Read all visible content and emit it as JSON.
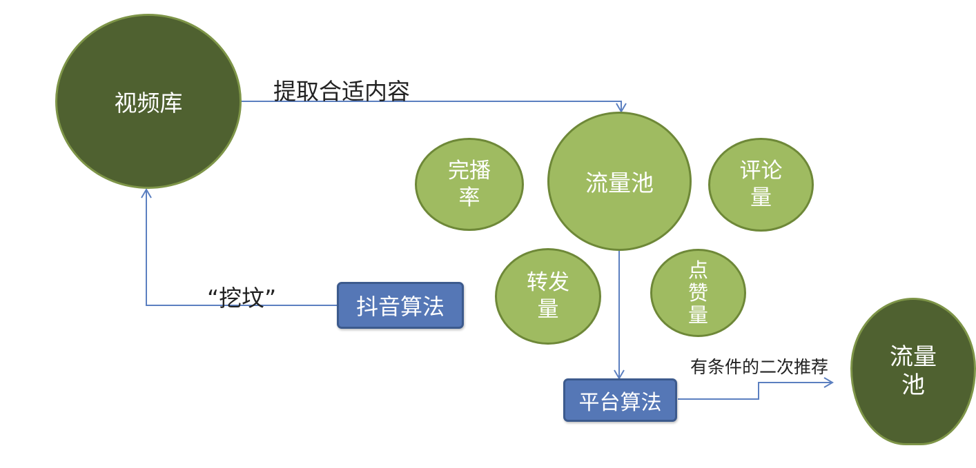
{
  "nodes": {
    "video_library": "视频库",
    "traffic_pool": "流量池",
    "completion_rate": "完播\n率",
    "comment_count": "评论\n量",
    "share_count": "转发\n量",
    "like_count": "点\n赞\n量",
    "douyin_algorithm": "抖音算法",
    "platform_algorithm": "平台算法",
    "traffic_pool_next": "流量\n池"
  },
  "edges": {
    "extract_content": "提取合适内容",
    "mining": "“挖坟”",
    "conditional_recommendation": "有条件的二次推荐"
  },
  "colors": {
    "dark_green": "#4f6130",
    "light_green": "#9fbb61",
    "blue": "#5577b6",
    "arrow": "#5b7fc0"
  }
}
